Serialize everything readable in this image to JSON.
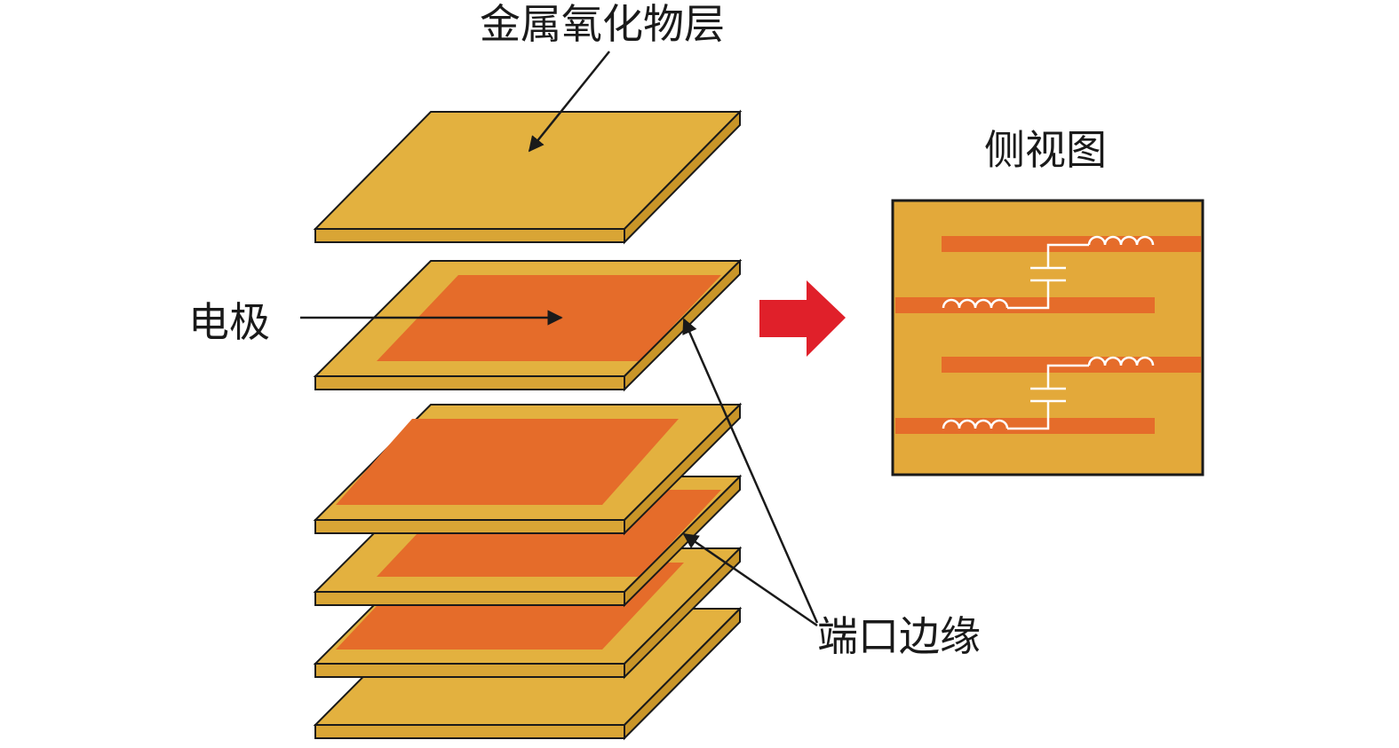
{
  "labels": {
    "metal_oxide_layer": "金属氧化物层",
    "electrode": "电极",
    "side_view": "侧视图",
    "port_edge": "端口边缘"
  },
  "colors": {
    "dielectric_top": "#E3B13F",
    "dielectric_side": "#C99528",
    "electrode": "#E56C2A",
    "outline": "#1a1a1a",
    "arrow_red": "#E0202A",
    "circuit_line": "#ffffff"
  },
  "stack": {
    "layers": [
      {
        "name": "metal-oxide-layer",
        "has_electrode": false
      },
      {
        "name": "electrode-layer-1",
        "has_electrode": true
      },
      {
        "name": "electrode-layer-2",
        "has_electrode": true
      },
      {
        "name": "electrode-layer-3",
        "has_electrode": true
      },
      {
        "name": "electrode-layer-4",
        "has_electrode": true
      },
      {
        "name": "bottom-layer",
        "has_electrode": false
      }
    ]
  }
}
